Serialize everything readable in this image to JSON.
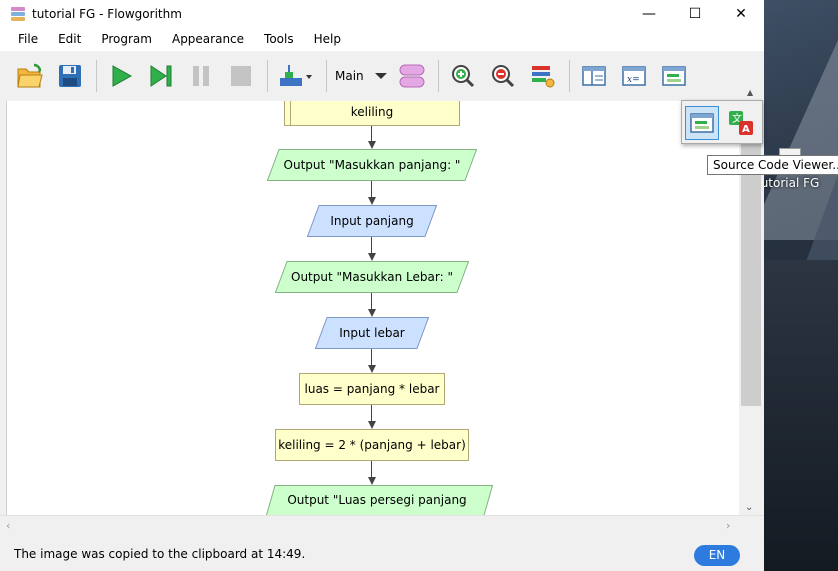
{
  "window": {
    "title": "tutorial FG - Flowgorithm",
    "minimize": "—",
    "maximize": "☐",
    "close": "✕"
  },
  "menu": [
    "File",
    "Edit",
    "Program",
    "Appearance",
    "Tools",
    "Help"
  ],
  "toolbar": {
    "function_select": "Main",
    "icons": [
      "open-folder-icon",
      "save-icon",
      "run-icon",
      "step-icon",
      "pause-icon",
      "stop-icon",
      "speed-icon",
      "function-icon",
      "zoom-in-icon",
      "zoom-out-icon",
      "layout-icon",
      "window-layout-icon",
      "variable-watch-icon",
      "source-code-icon"
    ]
  },
  "flowchart": {
    "shapes": [
      {
        "type": "process",
        "text": "keliling"
      },
      {
        "type": "output",
        "text": "Output \"Masukkan panjang: \""
      },
      {
        "type": "input",
        "text": "Input panjang"
      },
      {
        "type": "output",
        "text": "Output \"Masukkan Lebar: \""
      },
      {
        "type": "input",
        "text": "Input lebar"
      },
      {
        "type": "process",
        "text": "luas = panjang * lebar"
      },
      {
        "type": "process",
        "text": "keliling = 2 * (panjang + lebar)"
      },
      {
        "type": "output",
        "text": "Output \"Luas persegi panjang"
      }
    ],
    "colors": {
      "output": "#ccffcc",
      "input": "#cce0ff",
      "process": "#ffffcc"
    }
  },
  "popup": {
    "tooltip": "Source Code Viewer..."
  },
  "desktop": {
    "icon_label": "utorial FG"
  },
  "status": {
    "message": "The image was copied to the clipboard at 14:49.",
    "language": "EN"
  }
}
